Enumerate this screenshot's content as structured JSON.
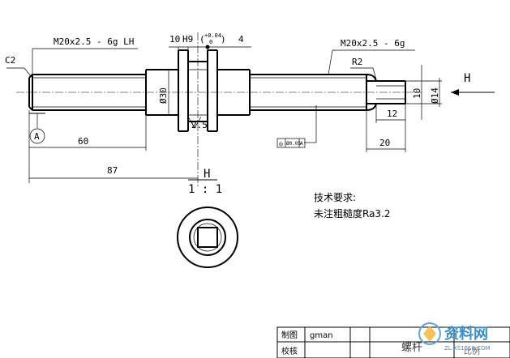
{
  "dimensions": {
    "left_thread": "M20x2.5 - 6g LH",
    "right_thread": "M20x2.5 - 6g",
    "chamfer": "C2",
    "groove_width": "10",
    "fit": "H9",
    "tol_upper": "+0.04",
    "tol_lower": "0",
    "groove_gap": "4",
    "radius": "R2",
    "dia_groove": "Ø30",
    "dia_end": "Ø14",
    "end_flat": "10",
    "end_width": "12",
    "end_length": "20",
    "len_60": "60",
    "len_87": "87",
    "roughness": "2.5",
    "section_mark": "H",
    "section_mark_right": "H",
    "datum": "A",
    "tolerance_frame": [
      "◎",
      "Ø0.05",
      "A"
    ]
  },
  "scale_label": "1 : 1",
  "notes": {
    "title": "技术要求:",
    "line1": "未注粗糙度Ra3.2"
  },
  "title_block": {
    "drawn_label": "制图",
    "drawn_value": "gman",
    "check_label": "校核",
    "part_text": "螺杆",
    "right_text": "比例"
  },
  "watermark": {
    "text": "资料网",
    "url": "ZL.XS1616.COM"
  }
}
